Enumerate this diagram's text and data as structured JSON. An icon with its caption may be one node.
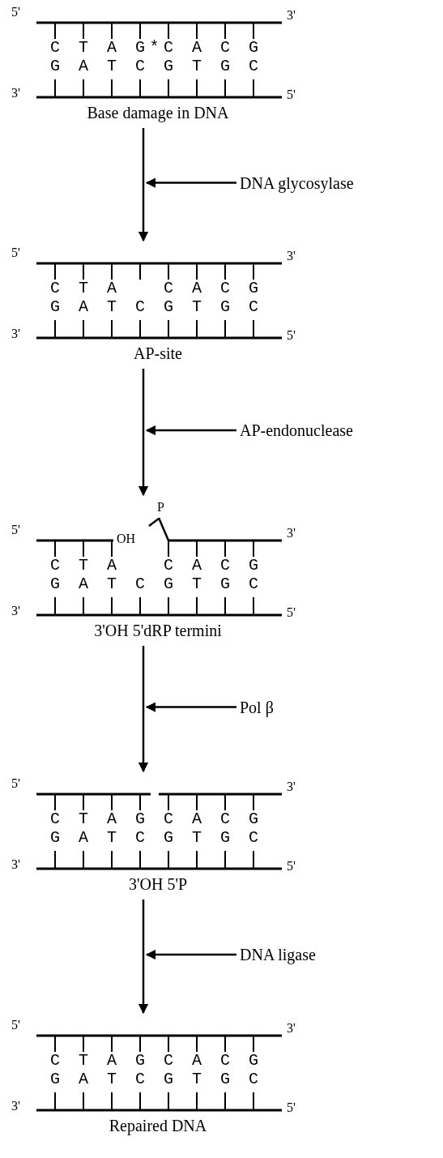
{
  "diagram": {
    "nodes": [
      {
        "text": [
          "5'",
          "3'",
          "C T A G*C A C G",
          "G A T C G T G C",
          "3'",
          "5'",
          "Base damage in DNA"
        ]
      },
      {
        "text": [
          "DNA glycosylase"
        ]
      },
      {
        "text": [
          "5'",
          "3'",
          "C T A   C A C G",
          "G A T C G T G C",
          "3'",
          "5'",
          "AP-site"
        ]
      },
      {
        "text": [
          "AP-endonuclease"
        ]
      },
      {
        "text": [
          "P",
          "5'",
          "OH",
          "3'",
          "C T A   C A C G",
          "G A T C G T G C",
          "3'",
          "5'",
          "3'OH 5'dRP termini"
        ]
      },
      {
        "text": [
          "Pol β"
        ]
      },
      {
        "text": [
          "5'",
          "3'",
          "C T A G C A C G",
          "G A T C G T G C",
          "3'",
          "5'",
          "3'OH 5'P"
        ]
      },
      {
        "text": [
          "DNA ligase"
        ]
      },
      {
        "text": [
          "5'",
          "3'",
          "C T A G C A C G",
          "G A T C G T G C",
          "3'",
          "5'",
          "Repaired DNA"
        ]
      }
    ],
    "edges": [
      {
        "from": 0,
        "to": 2,
        "arrow": "to"
      },
      {
        "from": 1,
        "to": null,
        "arrow": "to"
      },
      {
        "from": 2,
        "to": 4,
        "arrow": "to"
      },
      {
        "from": 3,
        "to": null,
        "arrow": "to"
      },
      {
        "from": 4,
        "to": 6,
        "arrow": "to"
      },
      {
        "from": 5,
        "to": null,
        "arrow": "to"
      },
      {
        "from": 6,
        "to": 8,
        "arrow": "to"
      },
      {
        "from": 7,
        "to": null,
        "arrow": "to"
      }
    ]
  }
}
